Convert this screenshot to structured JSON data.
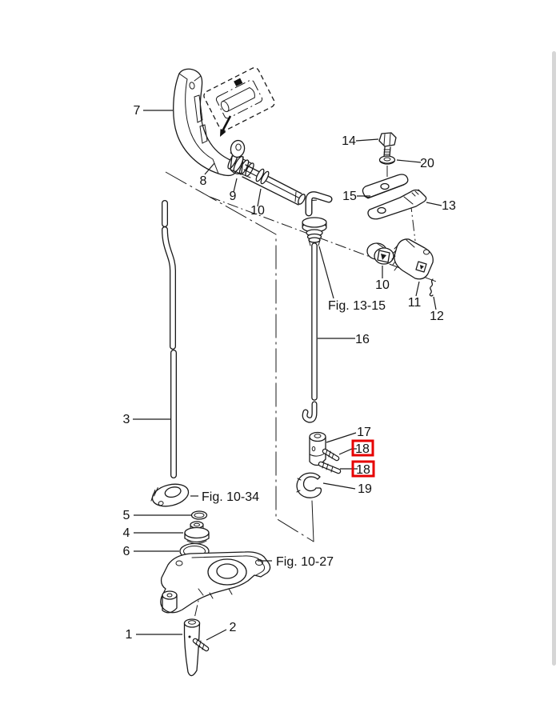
{
  "page": {
    "background": "#ffffff",
    "scrollbar_color": "#d6d6d6"
  },
  "diagram": {
    "type": "exploded-parts-diagram",
    "line_color": "#1a1a1a",
    "highlight_color": "#e60000",
    "callouts": {
      "c1": "1",
      "c2": "2",
      "c3": "3",
      "c4": "4",
      "c5": "5",
      "c6": "6",
      "c7": "7",
      "c8": "8",
      "c9": "9",
      "c10_shaft": "10",
      "c10_cam": "10",
      "c11": "11",
      "c12": "12",
      "c13": "13",
      "c14": "14",
      "c15": "15",
      "c16": "16",
      "c17": "17",
      "c18_upper": "18",
      "c18_lower": "18",
      "c19": "19",
      "c20": "20"
    },
    "figure_refs": {
      "fig_13_15": "Fig. 13-15",
      "fig_10_34": "Fig. 10-34",
      "fig_10_27": "Fig. 10-27"
    },
    "highlighted_callouts": [
      "18",
      "18"
    ]
  }
}
